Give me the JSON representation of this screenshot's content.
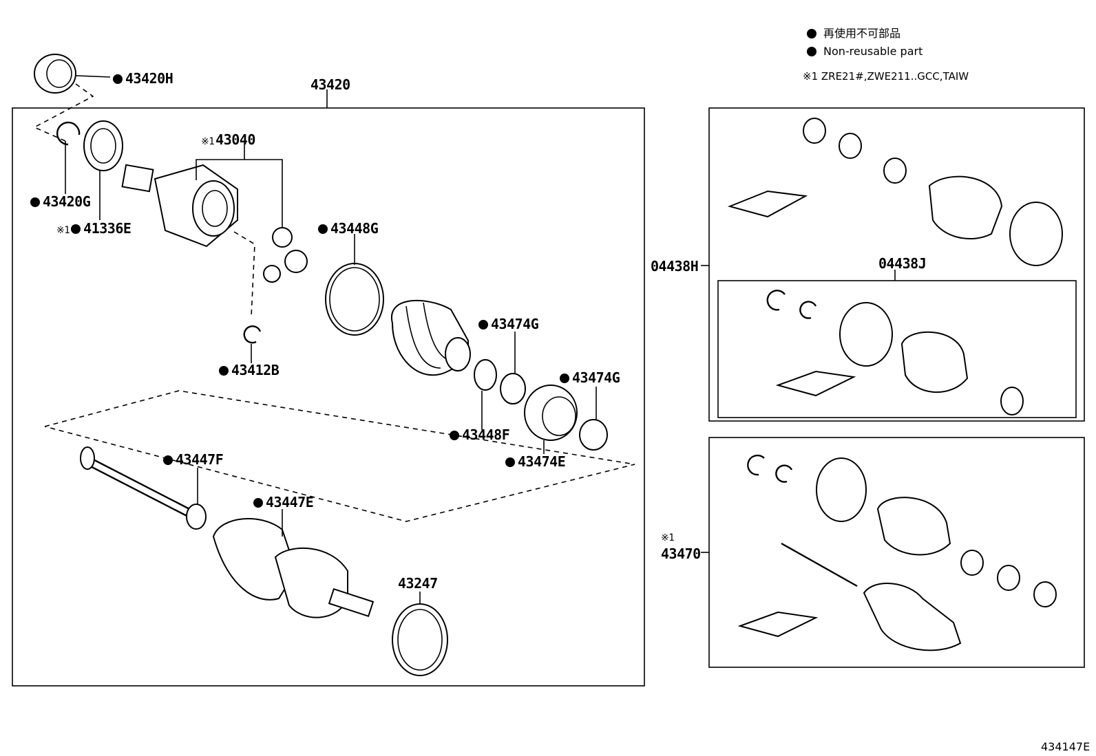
{
  "legend": {
    "line1": "再使用不可部品",
    "line2": "Non-reusable part",
    "note": "※1 ZRE21#,ZWE211..GCC,TAIW"
  },
  "figure_id": "434147E",
  "mark": "※1",
  "labels": {
    "p43420": "43420",
    "p43420H": "43420H",
    "p43420G": "43420G",
    "p41336E": "41336E",
    "p43040": "43040",
    "p43412B": "43412B",
    "p43448G": "43448G",
    "p43474G_a": "43474G",
    "p43474G_b": "43474G",
    "p43448F": "43448F",
    "p43474E": "43474E",
    "p43447F": "43447F",
    "p43447E": "43447E",
    "p43247": "43247",
    "p04438H": "04438H",
    "p04438J": "04438J",
    "p43470": "43470"
  }
}
